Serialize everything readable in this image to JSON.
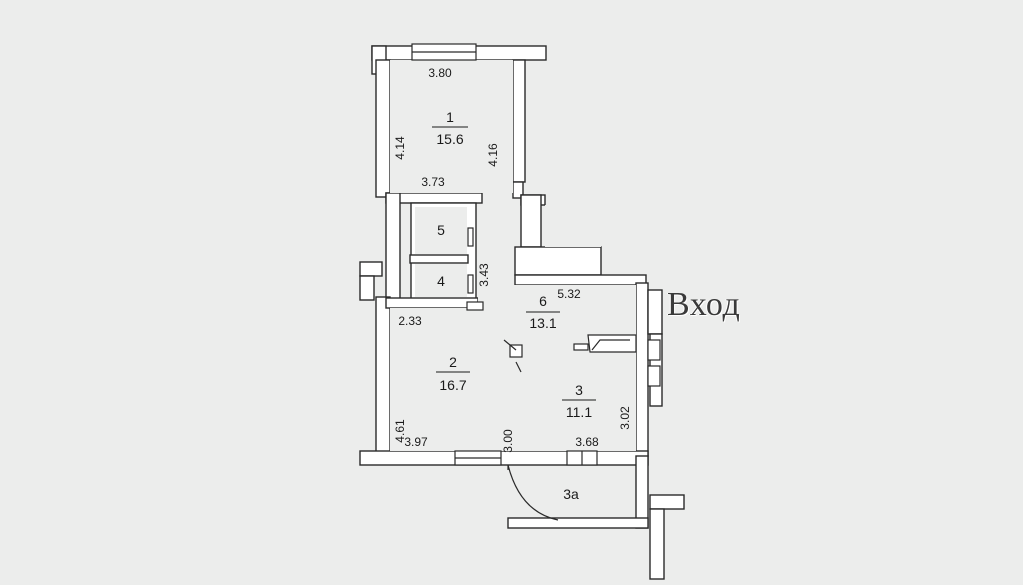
{
  "entrance_label": "Вход",
  "rooms": [
    {
      "number": "1",
      "area": "15.6"
    },
    {
      "number": "2",
      "area": "16.7"
    },
    {
      "number": "3",
      "area": "11.1"
    },
    {
      "number": "3а"
    },
    {
      "number": "4"
    },
    {
      "number": "5"
    },
    {
      "number": "6",
      "area": "13.1"
    }
  ],
  "dimensions": [
    "3.80",
    "4.14",
    "4.16",
    "3.73",
    "3.43",
    "5.32",
    "2.33",
    "4.61",
    "3.97",
    "3.00",
    "3.68",
    "3.02"
  ],
  "colors": {
    "background": "#ecedec",
    "wall": "#ffffff",
    "line": "#2a2a2a"
  }
}
